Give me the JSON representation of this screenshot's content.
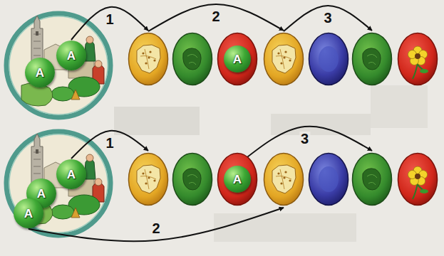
{
  "diagram": {
    "nodes": [
      {
        "text": [
          "A"
        ]
      },
      {
        "text": [
          "A"
        ]
      },
      {
        "text": []
      },
      {
        "text": []
      },
      {
        "text": []
      },
      {
        "text": [
          "A"
        ],
        "in": 4
      },
      {
        "text": []
      },
      {
        "text": []
      },
      {
        "text": []
      },
      {
        "text": []
      },
      {
        "text": [
          "A"
        ]
      },
      {
        "text": [
          "A"
        ]
      },
      {
        "text": [
          "A"
        ]
      },
      {
        "text": []
      },
      {
        "text": []
      },
      {
        "text": []
      },
      {
        "text": [
          "A"
        ],
        "in": 15
      },
      {
        "text": []
      },
      {
        "text": []
      },
      {
        "text": []
      },
      {
        "text": []
      }
    ],
    "edges": [
      {
        "from": 0,
        "to": 2,
        "arrow": "to",
        "label": "1"
      },
      {
        "from": 2,
        "to": 6,
        "arrow": "to",
        "label": "2"
      },
      {
        "from": 6,
        "to": 8,
        "arrow": "to",
        "label": "3"
      },
      {
        "from": 10,
        "to": 13,
        "arrow": "to",
        "label": "1"
      },
      {
        "from": 12,
        "to": 17,
        "arrow": "to",
        "label": "2"
      },
      {
        "from": 16,
        "to": 19,
        "arrow": "to",
        "label": "3"
      }
    ]
  }
}
